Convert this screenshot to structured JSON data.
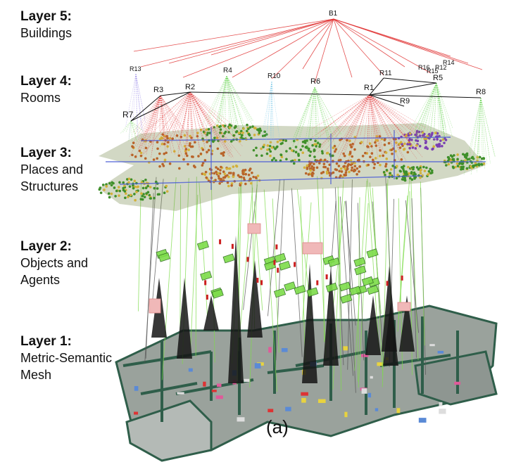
{
  "layers": [
    {
      "id": "l5",
      "number": "Layer 5:",
      "lines": [
        "Buildings"
      ]
    },
    {
      "id": "l4",
      "number": "Layer 4:",
      "lines": [
        "Rooms"
      ]
    },
    {
      "id": "l3",
      "number": "Layer 3:",
      "lines": [
        "Places and",
        "Structures"
      ]
    },
    {
      "id": "l2",
      "number": "Layer 2:",
      "lines": [
        "Objects and",
        "Agents"
      ]
    },
    {
      "id": "l1",
      "number": "Layer 1:",
      "lines": [
        "Metric-Semantic",
        "Mesh"
      ]
    }
  ],
  "building_node": "B1",
  "room_nodes": [
    "R1",
    "R2",
    "R3",
    "R4",
    "R5",
    "R6",
    "R7",
    "R8",
    "R9",
    "R10",
    "R11",
    "R12",
    "R13",
    "R14",
    "R15",
    "R16"
  ],
  "caption": "(a)",
  "colors": {
    "building_edges": "#e03030",
    "room_edges": "#111111",
    "room_to_place_red": "#e04040",
    "room_to_place_green": "#6fd65a",
    "place_orange": "#b8642a",
    "place_green": "#3f8f2a",
    "structure_blue": "#4a5cd6",
    "mesh_wall": "#2f5e4a",
    "mesh_floor": "#9aa29c",
    "object_green": "#7ddc4a",
    "agent_red": "#cc1f1f",
    "object_pink": "#f0b8b8"
  }
}
